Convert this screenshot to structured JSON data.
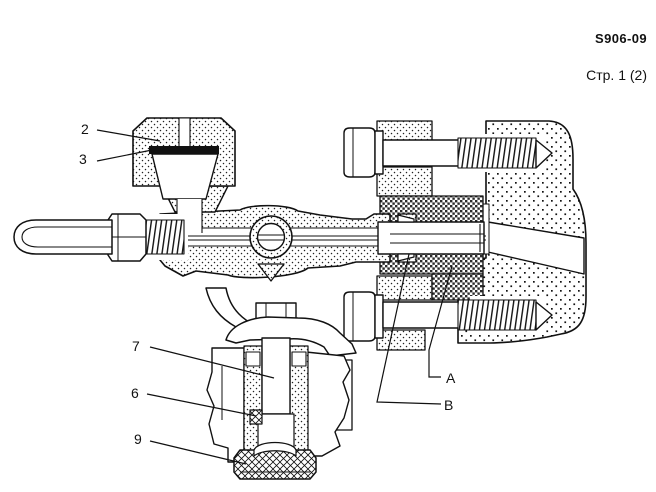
{
  "header": {
    "doc_number": "S906-09",
    "page_label": "Стр. 1 (2)"
  },
  "figure": {
    "type": "technical-cross-section-drawing",
    "callouts": [
      {
        "label": "2"
      },
      {
        "label": "3"
      },
      {
        "label": "7"
      },
      {
        "label": "6"
      },
      {
        "label": "9"
      },
      {
        "label": "A"
      },
      {
        "label": "B"
      }
    ]
  },
  "colors": {
    "ink": "#111111",
    "paper": "#ffffff"
  }
}
